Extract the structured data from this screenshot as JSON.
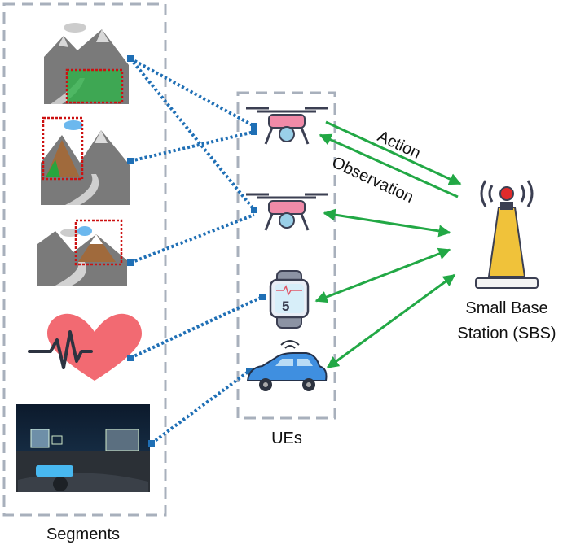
{
  "labels": {
    "segments": "Segments",
    "ues": "UEs",
    "sbs_line1": "Small Base",
    "sbs_line2": "Station (SBS)",
    "action": "Action",
    "observation": "Observation"
  },
  "segments": [
    {
      "name": "mountain-segment-1",
      "content": "mountain landscape with highlighted green region"
    },
    {
      "name": "mountain-segment-2",
      "content": "mountain landscape with highlighted peak on left"
    },
    {
      "name": "mountain-segment-3",
      "content": "mountain landscape with highlighted peak on right"
    },
    {
      "name": "heart-segment",
      "content": "heart with ECG line"
    },
    {
      "name": "dashboard-segment",
      "content": "car dashboard view with detections"
    }
  ],
  "ues": [
    {
      "name": "drone-1",
      "icon": "drone-icon"
    },
    {
      "name": "drone-2",
      "icon": "drone-icon"
    },
    {
      "name": "smartwatch",
      "icon": "smartwatch-icon",
      "display": "5"
    },
    {
      "name": "car",
      "icon": "car-icon"
    }
  ],
  "colors": {
    "dotted_link": "#1f6fb5",
    "arrow": "#22a845",
    "box_border": "#a8b0bc",
    "highlight": "#cc1111"
  }
}
